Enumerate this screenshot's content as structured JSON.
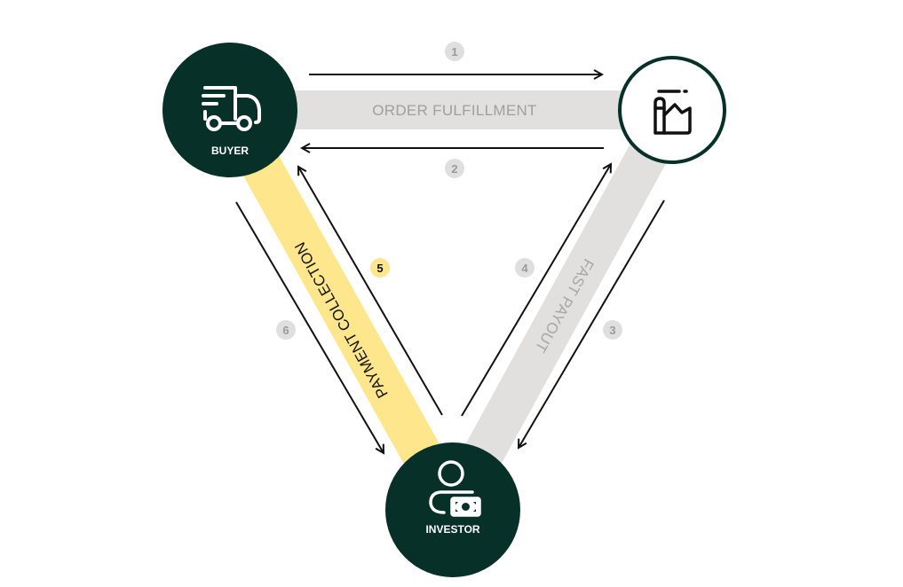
{
  "nodes": {
    "buyer": {
      "label": "BUYER",
      "icon": "truck-icon"
    },
    "factory": {
      "label": "",
      "icon": "factory-icon"
    },
    "investor": {
      "label": "INVESTOR",
      "icon": "person-money-icon"
    }
  },
  "bands": {
    "order_fulfillment": "ORDER FULFILLMENT",
    "payment_collection": "PAYMENT COLLECTION",
    "fast_payout": "FAST PAYOUT"
  },
  "steps": [
    "1",
    "2",
    "3",
    "4",
    "5",
    "6"
  ],
  "colors": {
    "dark_green": "#073028",
    "yellow": "#fde68b",
    "band_gray": "#e1e0de",
    "badge_gray": "#dfdfdf",
    "badge_text": "#9a9a9a"
  }
}
